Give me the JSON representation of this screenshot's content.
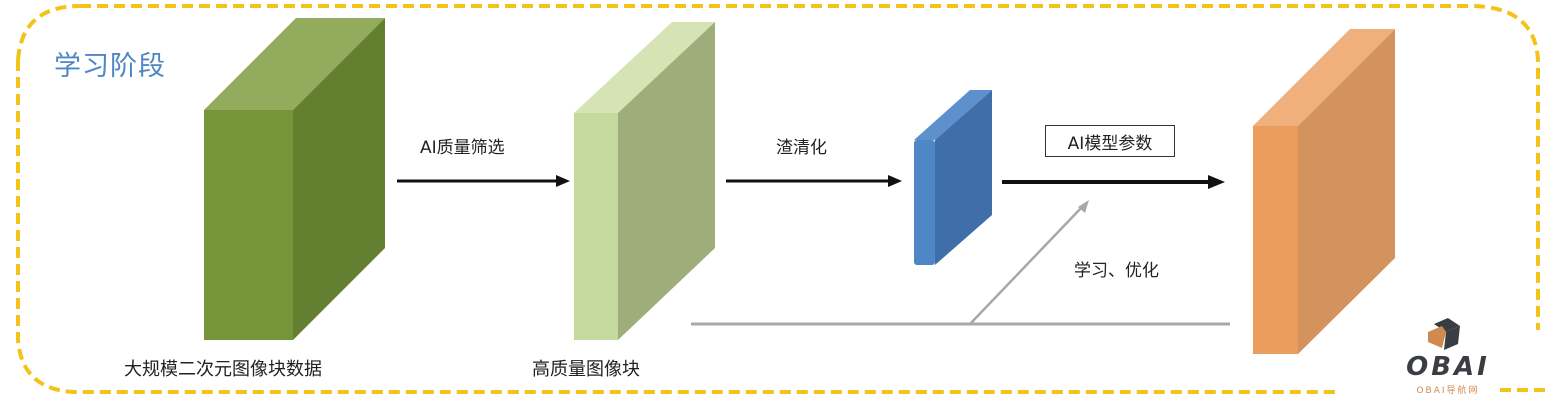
{
  "stage": {
    "title": "学习阶段",
    "border_color": "#f2c318"
  },
  "blocks": [
    {
      "id": "raw-data",
      "label": "大规模二次元图像块数据",
      "front": "#76953a",
      "side": "#637f30",
      "top": "#93ab5c"
    },
    {
      "id": "hq-data",
      "label": "高质量图像块",
      "front": "#c5d89e",
      "side": "#9fad7a",
      "top": "#d6e3b4"
    },
    {
      "id": "distilled",
      "label": "",
      "front": "#4f86c6",
      "side": "#3f6ea8",
      "top": "#5d90cc"
    },
    {
      "id": "model",
      "label": "",
      "front": "#eb9d5e",
      "side": "#d4925c",
      "top": "#f0b07c"
    }
  ],
  "arrows": [
    {
      "label": "AI质量筛选"
    },
    {
      "label": "渣清化"
    },
    {
      "label": "AI模型参数",
      "boxed": true
    }
  ],
  "feedback": {
    "label": "学习、优化",
    "color": "#a8a8a8"
  },
  "watermark": {
    "text": "OBAI",
    "subtitle": "OBAI导航网",
    "icon": "cube-logo-icon"
  }
}
